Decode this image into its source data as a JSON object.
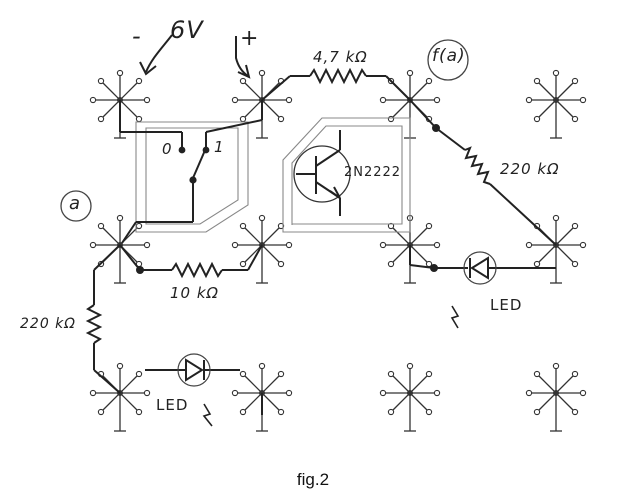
{
  "labels": {
    "minus": "-",
    "voltage": "6V",
    "plus": "+",
    "r_4k7": "4,7 kΩ",
    "f_node": "f(a)",
    "switch_off": "0",
    "switch_on": "1",
    "transistor": "2N2222",
    "r_220k_right": "220 kΩ",
    "a_node": "a",
    "r_10k": "10 kΩ",
    "led_right": "LED",
    "r_220k_left": "220 kΩ",
    "led_left": "LED"
  },
  "caption": "fig.2",
  "colors": {
    "ink": "#222222",
    "light_ink": "#888888",
    "background": "#ffffff"
  }
}
